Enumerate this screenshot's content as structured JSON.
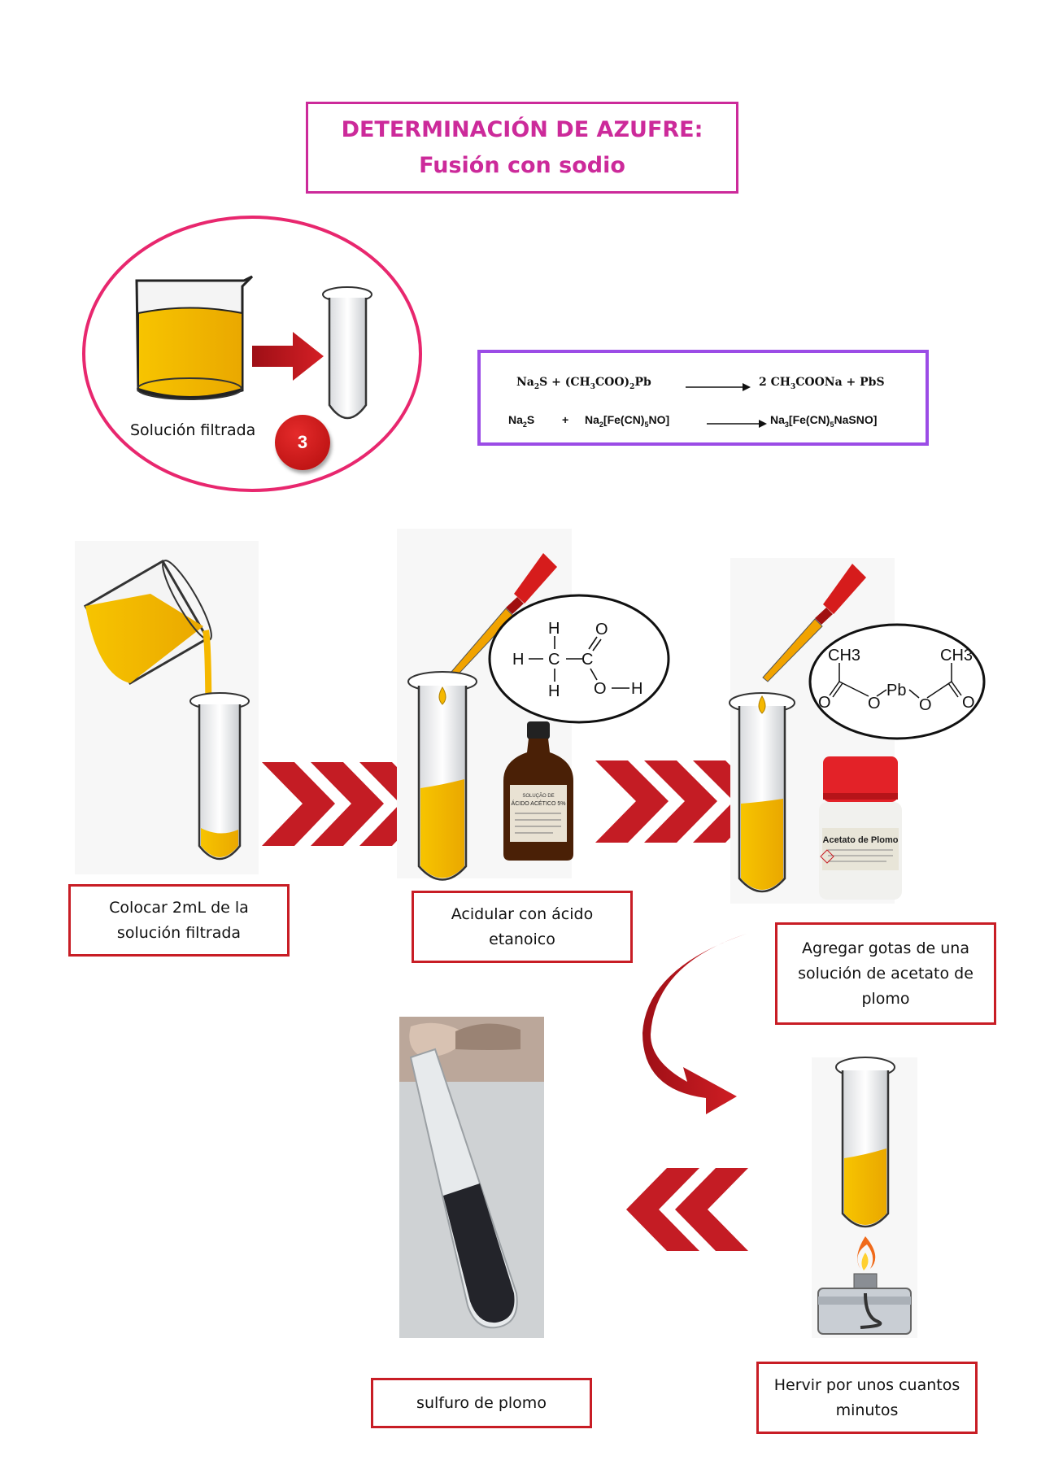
{
  "title": {
    "line1": "DETERMINACIÓN DE AZUFRE:",
    "line2": "Fusión con sodio"
  },
  "intro": {
    "label": "Solución filtrada",
    "step_badge": "3"
  },
  "reactions": {
    "r1": {
      "left": [
        "Na",
        "2",
        "S + (CH",
        "3",
        "COO)",
        "2",
        "Pb"
      ],
      "right": [
        "2 CH",
        "3",
        "COONa  +  PbS"
      ]
    },
    "r2": {
      "a": [
        "Na",
        "2",
        "S"
      ],
      "plus": "+",
      "b": [
        "Na",
        "2",
        "[Fe(CN)",
        "5",
        "NO]"
      ],
      "c": [
        "Na",
        "3",
        "[Fe(CN)",
        "5",
        "NaSNO]"
      ]
    }
  },
  "steps": [
    {
      "text": "Colocar 2mL de la\nsolución filtrada"
    },
    {
      "text": "Acidular con ácido\netanoico"
    },
    {
      "text": "Agregar gotas de una\nsolución de acetato de\nplomo"
    },
    {
      "text": "Hervir por unos cuantos\nminutos"
    },
    {
      "text": "sulfuro de plomo"
    }
  ],
  "acetic_acid_structure": {
    "h_top": "H",
    "h_left": "H",
    "c1": "C",
    "c2": "C",
    "o_top": "O",
    "h_bottom": "H",
    "o_right": "O",
    "h_right": "H"
  },
  "lead_acetate_structure": {
    "ch3_left": "CH3",
    "ch3_right": "CH3",
    "o1": "O",
    "o2": "O",
    "pb": "Pb",
    "o3": "O",
    "o4": "O"
  },
  "bottles": {
    "acetic_label_1": "SOLUÇÃO DE",
    "acetic_label_2": "ÁCIDO ACÉTICO 5%",
    "lead_label": "Acetato de Plomo"
  },
  "colors": {
    "title": "#cc2a9a",
    "reaction_border": "#9b4ce6",
    "step_border": "#c81d25",
    "liquid": "#f5b800",
    "arrow": "#b5121b"
  }
}
